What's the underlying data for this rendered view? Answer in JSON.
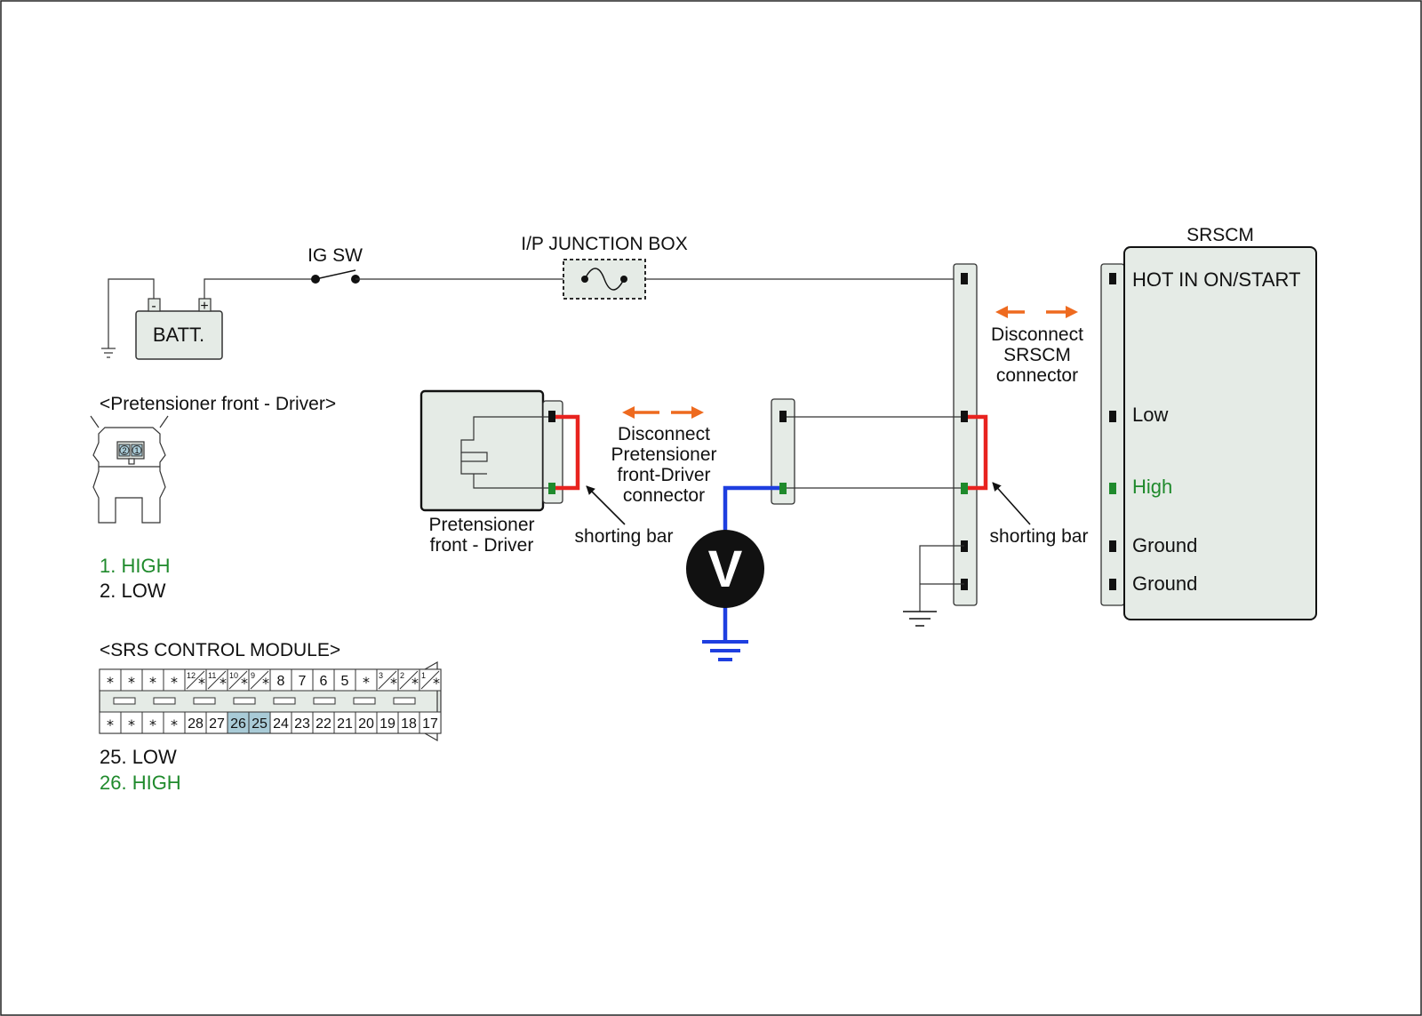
{
  "labels": {
    "ig_sw": "IG SW",
    "junction_box": "I/P JUNCTION BOX",
    "srscm": "SRSCM",
    "batt": "BATT.",
    "batt_minus": "-",
    "batt_plus": "+",
    "hot": "HOT IN ON/START",
    "low": "Low",
    "high": "High",
    "ground1": "Ground",
    "ground2": "Ground",
    "disconnect_srscm_1": "Disconnect",
    "disconnect_srscm_2": "SRSCM",
    "disconnect_srscm_3": "connector",
    "disconnect_pt_1": "Disconnect",
    "disconnect_pt_2": "Pretensioner",
    "disconnect_pt_3": "front-Driver",
    "disconnect_pt_4": "connector",
    "pt_name_1": "Pretensioner",
    "pt_name_2": "front - Driver",
    "shorting_bar_left": "shorting bar",
    "shorting_bar_right": "shorting bar",
    "voltmeter": "V"
  },
  "pretensioner_connector": {
    "title": "<Pretensioner front - Driver>",
    "pin2": "2",
    "pin1": "1",
    "legend_high": "1. HIGH",
    "legend_low": "2. LOW"
  },
  "srs_module_connector": {
    "title": "<SRS CONTROL MODULE>",
    "top_row": [
      "*",
      "*",
      "*",
      "*",
      "12",
      "11",
      "10",
      "9",
      "8",
      "7",
      "6",
      "5",
      "*",
      "3",
      "2",
      "1"
    ],
    "bottom_row": [
      "*",
      "*",
      "*",
      "*",
      "28",
      "27",
      "26",
      "25",
      "24",
      "23",
      "22",
      "21",
      "20",
      "19",
      "18",
      "17"
    ],
    "legend_low": "25. LOW",
    "legend_high": "26. HIGH"
  },
  "colors": {
    "wire_red": "#e8231f",
    "wire_blue": "#1e3fe0",
    "arrow_orange": "#ee6a1f",
    "signal_green": "#1f8a2c",
    "connector_fill": "#e5ebe6",
    "highlight_cell": "#a9cbd7"
  }
}
